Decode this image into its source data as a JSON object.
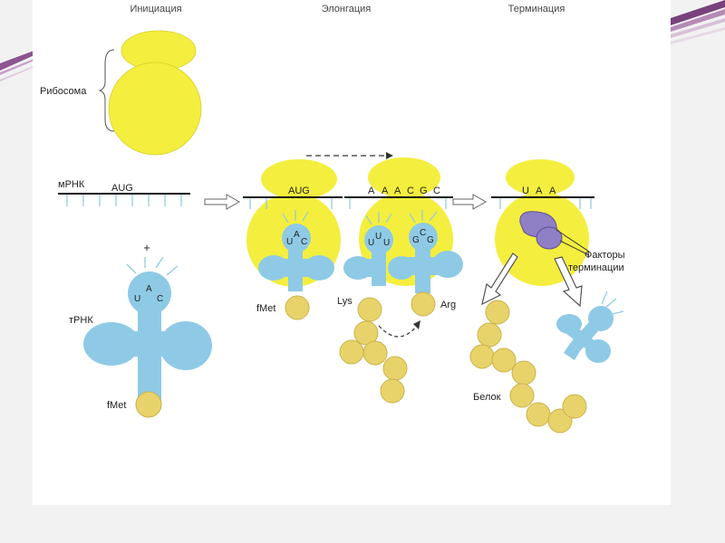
{
  "stages": {
    "initiation": "Инициация",
    "elongation": "Элонгация",
    "termination": "Терминация"
  },
  "labels": {
    "ribosome": "Рибосома",
    "mrna": "мРНК",
    "trna": "тРНК",
    "fmet_free": "fMet",
    "fmet_bound": "fMet",
    "lys": "Lys",
    "arg": "Arg",
    "plus": "+",
    "factors_line1": "Факторы",
    "factors_line2": "терминации",
    "protein": "Белок"
  },
  "codons": {
    "start_free": "AUG",
    "start_ribosome": "AUG",
    "elongation": [
      "A",
      "A",
      "A",
      "C",
      "G",
      "C"
    ],
    "stop": [
      "U",
      "A",
      "A"
    ]
  },
  "anticodons": {
    "free_trna": [
      "U",
      "A",
      "C"
    ],
    "initiation": [
      "U",
      "A",
      "C"
    ],
    "lys": [
      "U",
      "U",
      "U"
    ],
    "arg": [
      "G",
      "C",
      "G"
    ]
  },
  "colors": {
    "ribosome": "#f4ee3e",
    "trna": "#8ecae6",
    "amino_acid": "#e8d36a",
    "release_factor": "#8f7fc4",
    "mrna": "#111111",
    "frame_accent": "#6a2d6e"
  }
}
